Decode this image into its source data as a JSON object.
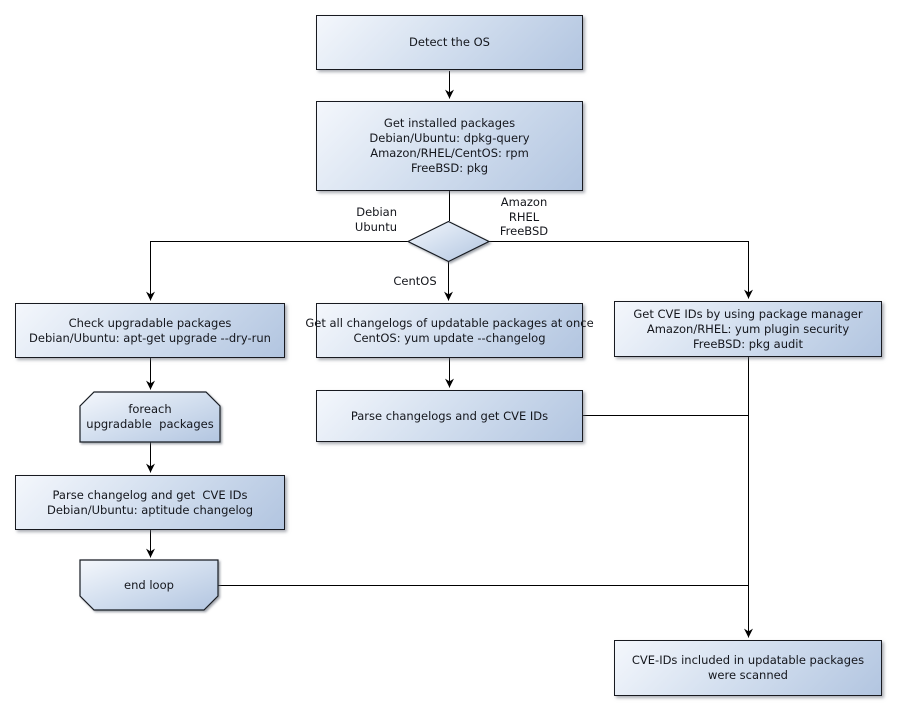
{
  "diagram": {
    "title_hint": "OS package CVE scanning flowchart",
    "colors": {
      "box_gradient_start": "#f4f7fc",
      "box_gradient_end": "#b2c5e0",
      "box_border": "#181a20",
      "connector": "#000000",
      "text": "#14161c",
      "background": "#ffffff"
    },
    "nodes": {
      "detect_os": {
        "type": "process",
        "lines": [
          "Detect the OS"
        ]
      },
      "get_installed_packages": {
        "type": "process",
        "lines": [
          "Get installed packages",
          "Debian/Ubuntu: dpkg-query",
          "Amazon/RHEL/CentOS: rpm",
          "FreeBSD: pkg"
        ]
      },
      "os_decision": {
        "type": "decision",
        "lines": []
      },
      "check_upgradable_packages": {
        "type": "process",
        "lines": [
          "Check upgradable packages",
          "Debian/Ubuntu: apt-get upgrade --dry-run"
        ]
      },
      "get_all_changelogs": {
        "type": "process",
        "lines": [
          "Get all changelogs of updatable packages at once",
          "CentOS: yum update --changelog"
        ]
      },
      "get_cve_ids_package_manager": {
        "type": "process",
        "lines": [
          "Get CVE IDs by using package manager",
          "Amazon/RHEL: yum plugin security",
          "FreeBSD: pkg audit"
        ]
      },
      "foreach_loop_start": {
        "type": "loop-start",
        "lines": [
          "foreach",
          "upgradable  packages"
        ]
      },
      "parse_changelog_debian": {
        "type": "process",
        "lines": [
          "Parse changelog and get  CVE IDs",
          "Debian/Ubuntu: aptitude changelog"
        ]
      },
      "end_loop": {
        "type": "loop-end",
        "lines": [
          "end loop"
        ]
      },
      "parse_changelogs_centos": {
        "type": "process",
        "lines": [
          "Parse changelogs and get CVE IDs"
        ]
      },
      "cve_ids_scanned": {
        "type": "process",
        "lines": [
          "CVE-IDs included in updatable packages",
          "were scanned"
        ]
      }
    },
    "edge_labels": {
      "debian_ubuntu": {
        "lines": [
          "Debian",
          "Ubuntu"
        ]
      },
      "amazon_rhel_freebsd": {
        "lines": [
          "Amazon",
          "RHEL",
          "FreeBSD"
        ]
      },
      "centos": {
        "lines": [
          "CentOS"
        ]
      }
    }
  }
}
